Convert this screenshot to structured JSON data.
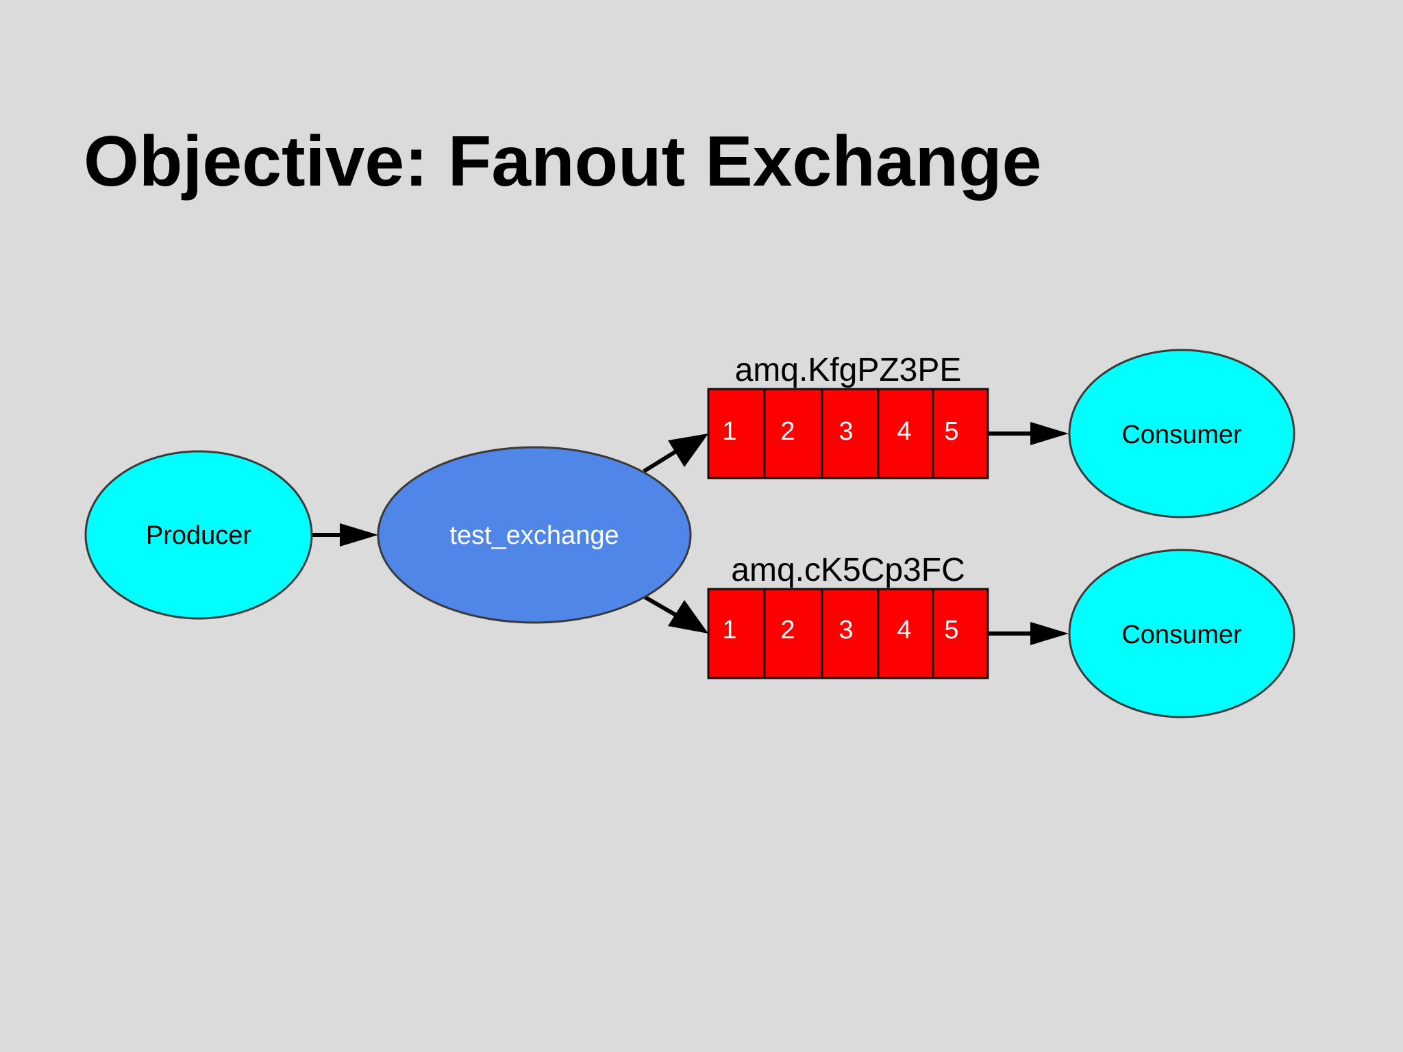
{
  "title": "Objective: Fanout Exchange",
  "colors": {
    "background": "#dcdbdc",
    "producer_fill": "#00ffff",
    "consumer_fill": "#00ffff",
    "exchange_fill": "#4f86e8",
    "queue_fill": "#ff0000",
    "outline": "#3a3a3a"
  },
  "nodes": {
    "producer": {
      "label": "Producer"
    },
    "exchange": {
      "label": "test_exchange"
    },
    "consumers": [
      {
        "label": "Consumer"
      },
      {
        "label": "Consumer"
      }
    ]
  },
  "queues": [
    {
      "name": "amq.KfgPZ3PE",
      "cells": [
        "1",
        "2",
        "3",
        "4",
        "5"
      ]
    },
    {
      "name": "amq.cK5Cp3FC",
      "cells": [
        "1",
        "2",
        "3",
        "4",
        "5"
      ]
    }
  ]
}
